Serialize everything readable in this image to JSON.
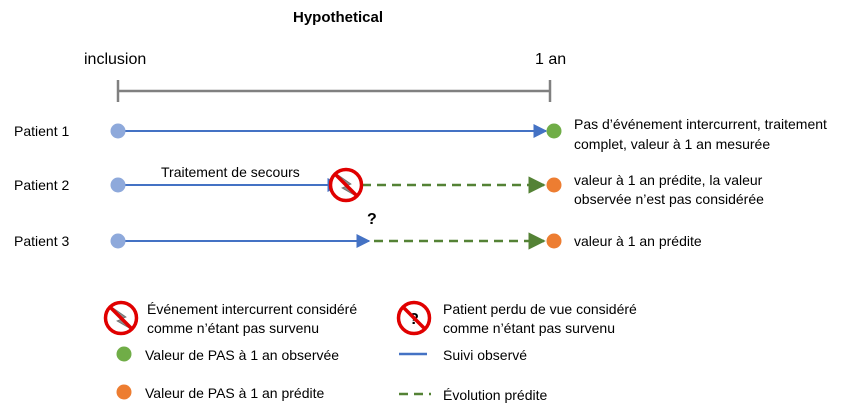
{
  "title": "Hypothetical",
  "timeline": {
    "start_label": "inclusion",
    "end_label": "1 an"
  },
  "patients": [
    {
      "label": "Patient 1",
      "outcome_line1": "Pas d’événement intercurrent, traitement",
      "outcome_line2": "complet, valeur à 1 an mesurée"
    },
    {
      "label": "Patient 2",
      "event_label": "Traitement de secours",
      "outcome_line1": "valeur à 1 an prédite, la valeur",
      "outcome_line2": "observée n’est pas considérée"
    },
    {
      "label": "Patient 3",
      "event_label": "?",
      "outcome_line1": "valeur à 1 an prédite"
    }
  ],
  "legend": {
    "intercurrent_line1": "Événement intercurrent considéré",
    "intercurrent_line2": "comme n’étant pas survenu",
    "lost_symbol": "?",
    "lost_line1": "Patient perdu de vue considéré",
    "lost_line2": "comme n’étant pas survenu",
    "observed_value": "Valeur de PAS à 1 an observée",
    "predicted_value": "Valeur de PAS à 1 an prédite",
    "observed_followup": "Suivi observé",
    "predicted_evolution": "Évolution prédite"
  },
  "colors": {
    "start_dot": "#8EA9DB",
    "observed_line": "#4472C4",
    "predicted_line": "#548235",
    "observed_dot": "#70AD47",
    "predicted_dot": "#ED7D31",
    "no_sign": "#E00000",
    "timeline": "#808080"
  },
  "icons": {
    "event_icon": "lightning-bolt-icon",
    "prohibition_icon": "no-entry-icon"
  }
}
